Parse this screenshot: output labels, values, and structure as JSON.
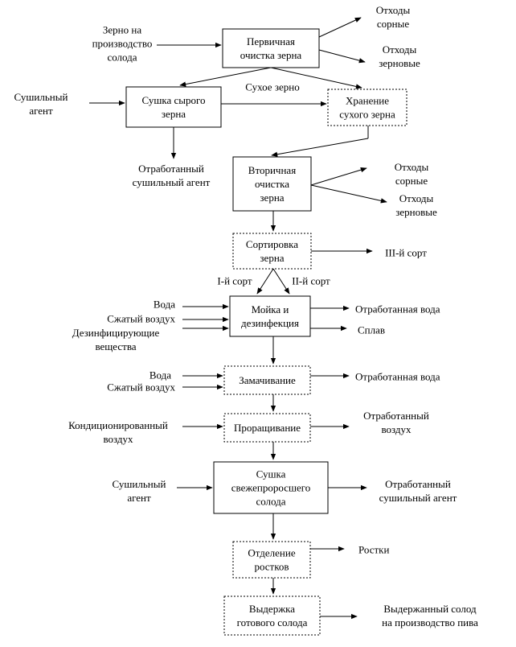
{
  "colors": {
    "line": "#000000",
    "box_fill": "#ffffff"
  },
  "boxes": {
    "primary_cleaning": [
      "Первичная",
      "очистка зерна"
    ],
    "raw_drying": [
      "Сушка сырого",
      "зерна"
    ],
    "storage": [
      "Хранение",
      "сухого зерна"
    ],
    "secondary_cleaning": [
      "Вторичная",
      "очистка",
      "зерна"
    ],
    "sorting": [
      "Сортировка",
      "зерна"
    ],
    "washing": [
      "Мойка и",
      "дезинфекция"
    ],
    "steeping": [
      "Замачивание"
    ],
    "germination": [
      "Проращивание"
    ],
    "malt_drying": [
      "Сушка",
      "свежепроросшего",
      "солода"
    ],
    "sprout_removal": [
      "Отделение",
      "ростков"
    ],
    "aging": [
      "Выдержка",
      "готового солода"
    ]
  },
  "labels": {
    "grain_in": [
      "Зерно на",
      "производство",
      "солода"
    ],
    "waste_weed_1": [
      "Отходы",
      "сорные"
    ],
    "waste_grain_1": [
      "Отходы",
      "зерновые"
    ],
    "drying_agent_1": [
      "Сушильный",
      "агент"
    ],
    "dry_grain": "Сухое зерно",
    "spent_agent_1": [
      "Отработанный",
      "сушильный агент"
    ],
    "waste_weed_2": [
      "Отходы",
      "сорные"
    ],
    "waste_grain_2": [
      "Отходы",
      "зерновые"
    ],
    "grade_3": "III-й сорт",
    "grade_1": "I-й сорт",
    "grade_2": "II-й сорт",
    "water_1": "Вода",
    "compressed_air_1": "Сжатый воздух",
    "disinfectants": [
      "Дезинфицирующие",
      "вещества"
    ],
    "spent_water_1": "Отработанная вода",
    "overflow": "Сплав",
    "water_2": "Вода",
    "compressed_air_2": "Сжатый воздух",
    "spent_water_2": "Отработанная вода",
    "conditioned_air": [
      "Кондиционированный",
      "воздух"
    ],
    "spent_air": [
      "Отработанный",
      "воздух"
    ],
    "drying_agent_2": [
      "Сушильный",
      "агент"
    ],
    "spent_agent_2": [
      "Отработанный",
      "сушильный агент"
    ],
    "sprouts": "Ростки",
    "final_malt": [
      "Выдержанный солод",
      "на производство пива"
    ]
  }
}
